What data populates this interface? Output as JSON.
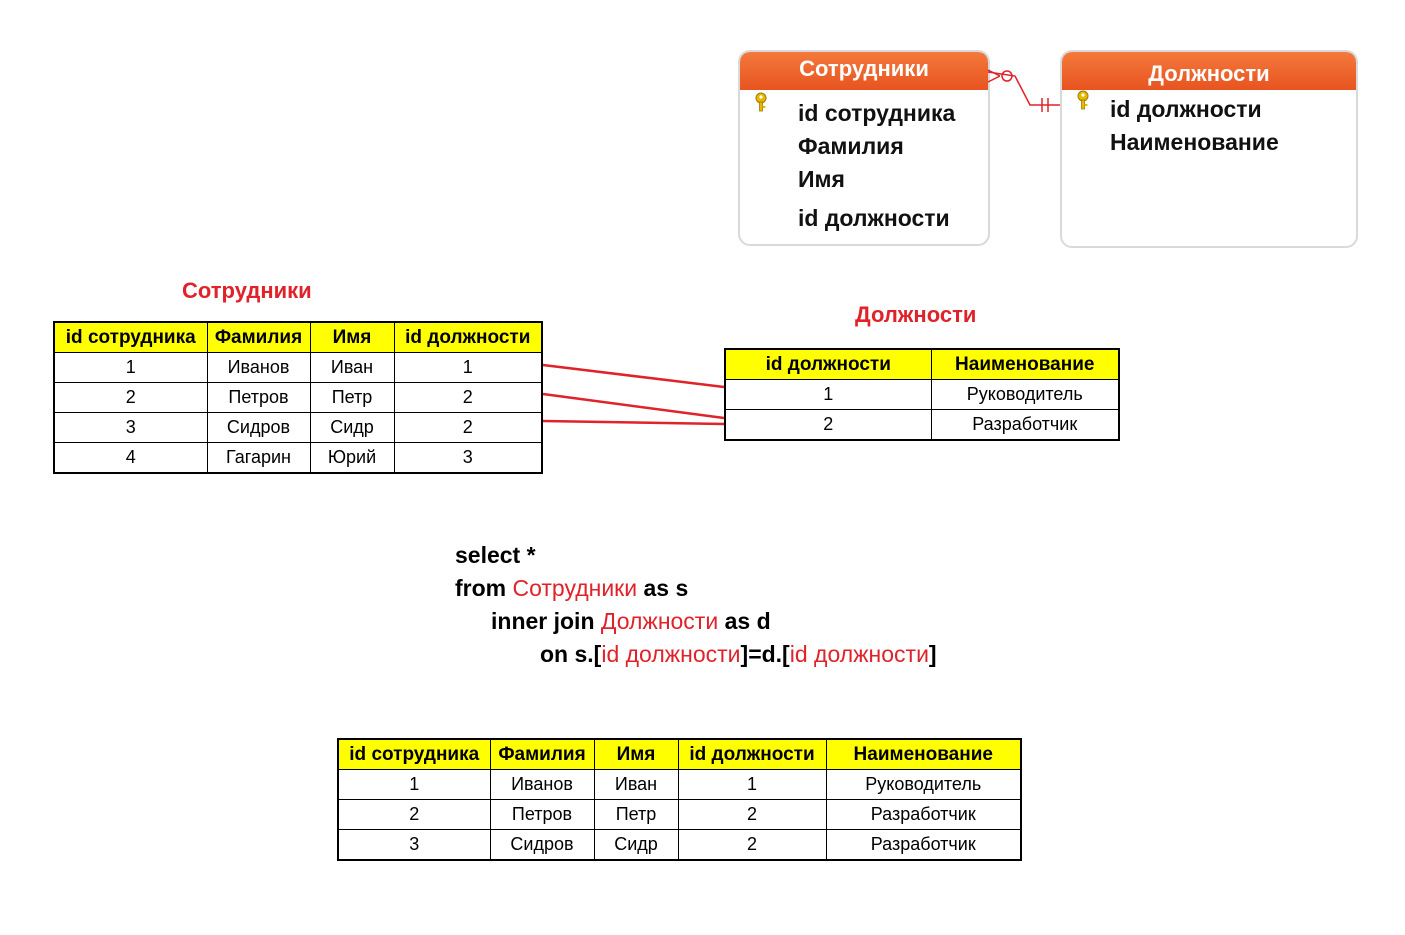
{
  "er": {
    "employees": {
      "title": "Сотрудники",
      "fields": [
        "id сотрудника",
        "Фамилия",
        "Имя",
        "id должности"
      ]
    },
    "positions": {
      "title": "Должности",
      "fields": [
        "id должности",
        "Наименование"
      ]
    }
  },
  "employees_table": {
    "title": "Сотрудники",
    "headers": [
      "id сотрудника",
      "Фамилия",
      "Имя",
      "id должности"
    ],
    "rows": [
      [
        "1",
        "Иванов",
        "Иван",
        "1"
      ],
      [
        "2",
        "Петров",
        "Петр",
        "2"
      ],
      [
        "3",
        "Сидров",
        "Сидр",
        "2"
      ],
      [
        "4",
        "Гагарин",
        "Юрий",
        "3"
      ]
    ]
  },
  "positions_table": {
    "title": "Должности",
    "headers": [
      "id должности",
      "Наименование"
    ],
    "rows": [
      [
        "1",
        "Руководитель"
      ],
      [
        "2",
        "Разработчик"
      ]
    ]
  },
  "sql": {
    "line1": {
      "kw": "select *"
    },
    "line2": {
      "kw1": "from ",
      "name": "Сотрудники",
      "kw2": " as s"
    },
    "line3": {
      "kw1": "inner join ",
      "name": "Должности",
      "kw2": " as d"
    },
    "line4": {
      "kw1": "on s.[",
      "col1": "id должности",
      "kw2": "]=d.[",
      "col2": "id должности",
      "kw3": "]"
    }
  },
  "result_table": {
    "headers": [
      "id сотрудника",
      "Фамилия",
      "Имя",
      "id должности",
      "Наименование"
    ],
    "rows": [
      [
        "1",
        "Иванов",
        "Иван",
        "1",
        "Руководитель"
      ],
      [
        "2",
        "Петров",
        "Петр",
        "2",
        "Разработчик"
      ],
      [
        "3",
        "Сидров",
        "Сидр",
        "2",
        "Разработчик"
      ]
    ]
  },
  "colors": {
    "accent": "#e0222a",
    "header_fill": "#ffff00",
    "entity_header": "#e8541f"
  }
}
